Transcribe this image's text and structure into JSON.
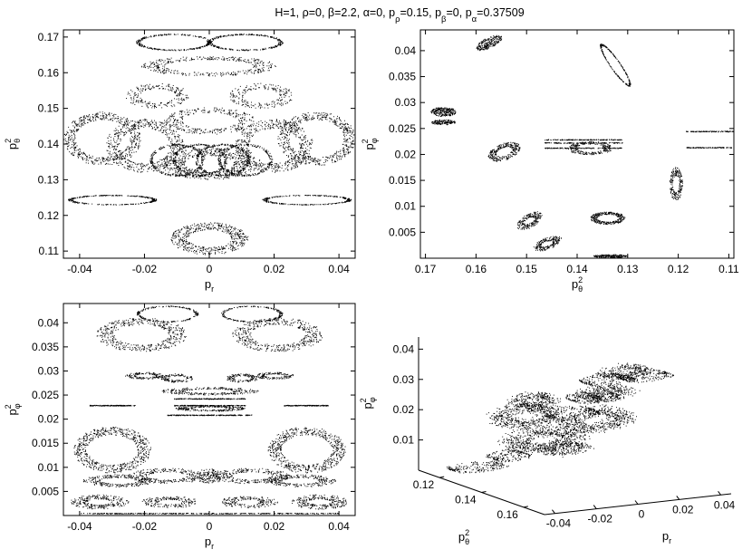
{
  "figure": {
    "title_parts": [
      {
        "t": "H=1, ρ=0, β=2.2, α=0, p"
      },
      {
        "t": "ρ",
        "sub": true
      },
      {
        "t": "=0.15, p"
      },
      {
        "t": "β",
        "sub": true
      },
      {
        "t": "=0, p"
      },
      {
        "t": "α",
        "sub": true
      },
      {
        "t": "=0.37509"
      }
    ]
  },
  "chart_data": [
    {
      "id": "top-left",
      "type": "scatter",
      "xlabel": {
        "base": "p",
        "sub": "r"
      },
      "ylabel": {
        "base": "p",
        "sup": "2",
        "sub": "θ"
      },
      "xlim": [
        -0.045,
        0.045
      ],
      "ylim": [
        0.108,
        0.172
      ],
      "xticks": [
        -0.04,
        -0.02,
        0,
        0.02,
        0.04
      ],
      "xtick_labels": [
        "-0.04",
        "-0.02",
        "0",
        "0.02",
        "0.04"
      ],
      "yticks": [
        0.11,
        0.12,
        0.13,
        0.14,
        0.15,
        0.16,
        0.17
      ],
      "ytick_labels": [
        "0.11",
        "0.12",
        "0.13",
        "0.14",
        "0.15",
        "0.16",
        "0.17"
      ],
      "grid": false,
      "shapes": [
        {
          "kind": "ring",
          "cx": -0.011,
          "cy": 0.1685,
          "rx": 0.011,
          "ry": 0.0022,
          "n": 320
        },
        {
          "kind": "ring",
          "cx": 0.011,
          "cy": 0.1685,
          "rx": 0.011,
          "ry": 0.0022,
          "n": 320
        },
        {
          "kind": "band",
          "cx": 0,
          "cy": 0.1618,
          "rx": 0.021,
          "ry": 0.0028,
          "w": 0.35,
          "n": 380
        },
        {
          "kind": "band",
          "cx": -0.016,
          "cy": 0.1535,
          "rx": 0.01,
          "ry": 0.0035,
          "w": 0.45,
          "n": 220
        },
        {
          "kind": "band",
          "cx": 0.016,
          "cy": 0.1535,
          "rx": 0.01,
          "ry": 0.0035,
          "w": 0.45,
          "n": 220
        },
        {
          "kind": "band",
          "cx": 0,
          "cy": 0.1465,
          "rx": 0.014,
          "ry": 0.0038,
          "w": 0.4,
          "n": 320
        },
        {
          "kind": "band",
          "cx": -0.033,
          "cy": 0.1415,
          "rx": 0.012,
          "ry": 0.0075,
          "w": 0.3,
          "n": 560
        },
        {
          "kind": "band",
          "cx": 0.033,
          "cy": 0.1415,
          "rx": 0.012,
          "ry": 0.0075,
          "w": 0.3,
          "n": 560
        },
        {
          "kind": "band",
          "cx": -0.02,
          "cy": 0.1395,
          "rx": 0.012,
          "ry": 0.0075,
          "w": 0.35,
          "n": 520
        },
        {
          "kind": "band",
          "cx": 0.02,
          "cy": 0.1395,
          "rx": 0.012,
          "ry": 0.0075,
          "w": 0.35,
          "n": 520
        },
        {
          "kind": "band",
          "cx": 0,
          "cy": 0.1345,
          "rx": 0.015,
          "ry": 0.0045,
          "w": 0.5,
          "n": 620
        },
        {
          "kind": "ring",
          "cx": -0.01,
          "cy": 0.1355,
          "rx": 0.008,
          "ry": 0.0043,
          "n": 260
        },
        {
          "kind": "ring",
          "cx": -0.003,
          "cy": 0.1355,
          "rx": 0.008,
          "ry": 0.0043,
          "n": 260
        },
        {
          "kind": "ring",
          "cx": 0.004,
          "cy": 0.1355,
          "rx": 0.008,
          "ry": 0.0043,
          "n": 260
        },
        {
          "kind": "ring",
          "cx": 0.011,
          "cy": 0.1355,
          "rx": 0.008,
          "ry": 0.0043,
          "n": 260
        },
        {
          "kind": "ring",
          "cx": -0.03,
          "cy": 0.1243,
          "rx": 0.013,
          "ry": 0.0013,
          "n": 300
        },
        {
          "kind": "ring",
          "cx": 0.03,
          "cy": 0.1243,
          "rx": 0.013,
          "ry": 0.0013,
          "n": 300
        },
        {
          "kind": "band",
          "cx": 0,
          "cy": 0.1135,
          "rx": 0.012,
          "ry": 0.0045,
          "w": 0.45,
          "n": 520
        }
      ]
    },
    {
      "id": "top-right",
      "type": "scatter",
      "x_reversed": true,
      "xlabel": {
        "base": "p",
        "sup": "2",
        "sub": "θ"
      },
      "ylabel": {
        "base": "p",
        "sup": "2",
        "sub": "φ"
      },
      "xlim": [
        0.109,
        0.171
      ],
      "ylim": [
        0.0,
        0.044
      ],
      "xticks": [
        0.17,
        0.16,
        0.15,
        0.14,
        0.13,
        0.12,
        0.11
      ],
      "xtick_labels": [
        "0.17",
        "0.16",
        "0.15",
        "0.14",
        "0.13",
        "0.12",
        "0.11"
      ],
      "yticks": [
        0.005,
        0.01,
        0.015,
        0.02,
        0.025,
        0.03,
        0.035,
        0.04
      ],
      "ytick_labels": [
        "0.005",
        "0.01",
        "0.015",
        "0.02",
        "0.025",
        "0.03",
        "0.035",
        "0.04"
      ],
      "grid": false,
      "shapes": [
        {
          "kind": "blob",
          "cx": 0.1575,
          "cy": 0.0415,
          "rx": 0.0028,
          "ry": 0.001,
          "rot": -25,
          "n": 240
        },
        {
          "kind": "ring",
          "cx": 0.1325,
          "cy": 0.0372,
          "rx": 0.0048,
          "ry": 0.0009,
          "rot": 55,
          "n": 260
        },
        {
          "kind": "blob",
          "cx": 0.1665,
          "cy": 0.0282,
          "rx": 0.0025,
          "ry": 0.0009,
          "n": 260
        },
        {
          "kind": "blob",
          "cx": 0.1665,
          "cy": 0.0262,
          "rx": 0.0025,
          "ry": 0.0005,
          "n": 160
        },
        {
          "kind": "band",
          "cx": 0.1545,
          "cy": 0.0205,
          "rx": 0.0033,
          "ry": 0.0016,
          "w": 0.5,
          "rot": -20,
          "n": 300
        },
        {
          "kind": "band",
          "cx": 0.1375,
          "cy": 0.0212,
          "rx": 0.0044,
          "ry": 0.0013,
          "w": 0.4,
          "n": 260
        },
        {
          "kind": "line",
          "x0": 0.1465,
          "x1": 0.131,
          "y": 0.0228,
          "n": 150
        },
        {
          "kind": "line",
          "x0": 0.1465,
          "x1": 0.131,
          "y": 0.0222,
          "n": 150
        },
        {
          "kind": "line",
          "x0": 0.1465,
          "x1": 0.131,
          "y": 0.0212,
          "n": 150
        },
        {
          "kind": "line",
          "x0": 0.1185,
          "x1": 0.1092,
          "y": 0.0244,
          "n": 120
        },
        {
          "kind": "line",
          "x0": 0.1185,
          "x1": 0.1092,
          "y": 0.0213,
          "n": 120
        },
        {
          "kind": "band",
          "cx": 0.1205,
          "cy": 0.0143,
          "rx": 0.0013,
          "ry": 0.0032,
          "w": 0.5,
          "n": 220
        },
        {
          "kind": "band",
          "cx": 0.1495,
          "cy": 0.0072,
          "rx": 0.0028,
          "ry": 0.0013,
          "w": 0.6,
          "rot": -30,
          "n": 240
        },
        {
          "kind": "band",
          "cx": 0.134,
          "cy": 0.0077,
          "rx": 0.0035,
          "ry": 0.0012,
          "w": 0.4,
          "n": 340
        },
        {
          "kind": "band",
          "cx": 0.146,
          "cy": 0.0028,
          "rx": 0.003,
          "ry": 0.0011,
          "w": 0.6,
          "rot": -20,
          "n": 220
        },
        {
          "kind": "blob",
          "cx": 0.1335,
          "cy": 0.0004,
          "rx": 0.0035,
          "ry": 0.0003,
          "n": 200
        }
      ]
    },
    {
      "id": "bottom-left",
      "type": "scatter",
      "xlabel": {
        "base": "p",
        "sub": "r"
      },
      "ylabel": {
        "base": "p",
        "sup": "2",
        "sub": "φ"
      },
      "xlim": [
        -0.045,
        0.045
      ],
      "ylim": [
        0.0,
        0.044
      ],
      "xticks": [
        -0.04,
        -0.02,
        0,
        0.02,
        0.04
      ],
      "xtick_labels": [
        "-0.04",
        "-0.02",
        "0",
        "0.02",
        "0.04"
      ],
      "yticks": [
        0.005,
        0.01,
        0.015,
        0.02,
        0.025,
        0.03,
        0.035,
        0.04
      ],
      "ytick_labels": [
        "0.005",
        "0.01",
        "0.015",
        "0.02",
        "0.025",
        "0.03",
        "0.035",
        "0.04"
      ],
      "grid": false,
      "shapes": [
        {
          "kind": "ring",
          "cx": -0.013,
          "cy": 0.0418,
          "rx": 0.009,
          "ry": 0.0016,
          "n": 200
        },
        {
          "kind": "ring",
          "cx": 0.013,
          "cy": 0.0418,
          "rx": 0.009,
          "ry": 0.0016,
          "n": 200
        },
        {
          "kind": "band",
          "cx": -0.021,
          "cy": 0.0375,
          "rx": 0.014,
          "ry": 0.0035,
          "w": 0.4,
          "n": 480
        },
        {
          "kind": "band",
          "cx": 0.021,
          "cy": 0.0375,
          "rx": 0.014,
          "ry": 0.0035,
          "w": 0.4,
          "n": 480
        },
        {
          "kind": "band",
          "cx": -0.02,
          "cy": 0.029,
          "rx": 0.006,
          "ry": 0.0007,
          "w": 0.5,
          "n": 160
        },
        {
          "kind": "band",
          "cx": 0.02,
          "cy": 0.029,
          "rx": 0.006,
          "ry": 0.0007,
          "w": 0.5,
          "n": 160
        },
        {
          "kind": "band",
          "cx": -0.01,
          "cy": 0.0285,
          "rx": 0.005,
          "ry": 0.0009,
          "w": 0.5,
          "n": 140
        },
        {
          "kind": "band",
          "cx": 0.01,
          "cy": 0.0285,
          "rx": 0.005,
          "ry": 0.0009,
          "w": 0.5,
          "n": 140
        },
        {
          "kind": "band",
          "cx": 0,
          "cy": 0.0258,
          "rx": 0.015,
          "ry": 0.0008,
          "w": 0.5,
          "n": 280
        },
        {
          "kind": "line",
          "x0": -0.037,
          "x1": -0.023,
          "y": 0.0228,
          "n": 200
        },
        {
          "kind": "line",
          "x0": 0.023,
          "x1": 0.037,
          "y": 0.0228,
          "n": 200
        },
        {
          "kind": "line",
          "x0": -0.011,
          "x1": 0.011,
          "y": 0.0242,
          "n": 200
        },
        {
          "kind": "line",
          "x0": -0.011,
          "x1": 0.011,
          "y": 0.0228,
          "n": 200
        },
        {
          "kind": "band",
          "cx": 0,
          "cy": 0.0222,
          "rx": 0.011,
          "ry": 0.0006,
          "w": 0.5,
          "n": 260
        },
        {
          "kind": "line",
          "x0": -0.013,
          "x1": 0.013,
          "y": 0.0208,
          "n": 240
        },
        {
          "kind": "band",
          "cx": -0.03,
          "cy": 0.0136,
          "rx": 0.012,
          "ry": 0.0048,
          "w": 0.35,
          "n": 600
        },
        {
          "kind": "band",
          "cx": 0.03,
          "cy": 0.0136,
          "rx": 0.012,
          "ry": 0.0048,
          "w": 0.35,
          "n": 600
        },
        {
          "kind": "band",
          "cx": -0.013,
          "cy": 0.0082,
          "rx": 0.012,
          "ry": 0.0016,
          "w": 0.5,
          "n": 280
        },
        {
          "kind": "band",
          "cx": 0.013,
          "cy": 0.0082,
          "rx": 0.012,
          "ry": 0.0016,
          "w": 0.5,
          "n": 280
        },
        {
          "kind": "band",
          "cx": -0.028,
          "cy": 0.0072,
          "rx": 0.011,
          "ry": 0.0013,
          "w": 0.5,
          "n": 260
        },
        {
          "kind": "band",
          "cx": 0.028,
          "cy": 0.0072,
          "rx": 0.011,
          "ry": 0.0013,
          "w": 0.5,
          "n": 260
        },
        {
          "kind": "blob",
          "cx": 0,
          "cy": 0.0082,
          "rx": 0.0045,
          "ry": 0.0015,
          "n": 160
        },
        {
          "kind": "band",
          "cx": -0.034,
          "cy": 0.0028,
          "rx": 0.009,
          "ry": 0.0015,
          "w": 0.6,
          "n": 260
        },
        {
          "kind": "band",
          "cx": 0.034,
          "cy": 0.0028,
          "rx": 0.009,
          "ry": 0.0015,
          "w": 0.6,
          "n": 260
        },
        {
          "kind": "band",
          "cx": -0.012,
          "cy": 0.0028,
          "rx": 0.009,
          "ry": 0.0012,
          "w": 0.6,
          "n": 200
        },
        {
          "kind": "band",
          "cx": 0.012,
          "cy": 0.0028,
          "rx": 0.009,
          "ry": 0.0012,
          "w": 0.6,
          "n": 200
        },
        {
          "kind": "line",
          "x0": -0.04,
          "x1": 0.04,
          "y": 0.0004,
          "n": 400
        }
      ]
    },
    {
      "id": "bottom-right",
      "type": "scatter3d",
      "xlabel": {
        "base": "p",
        "sub": "r"
      },
      "ylabel": {
        "base": "p",
        "sup": "2",
        "sub": "θ"
      },
      "zlabel": {
        "base": "p",
        "sup": "2",
        "sub": "φ"
      },
      "xlim": [
        -0.045,
        0.045
      ],
      "ylim": [
        0.11,
        0.17
      ],
      "zlim": [
        0.0,
        0.044
      ],
      "xticks": [
        -0.04,
        -0.02,
        0,
        0.02,
        0.04
      ],
      "xtick_labels": [
        "-0.04",
        "-0.02",
        "0",
        "0.02",
        "0.04"
      ],
      "yticks": [
        0.12,
        0.14,
        0.16
      ],
      "ytick_labels": [
        "0.12",
        "0.14",
        "0.16"
      ],
      "zticks": [
        0.01,
        0.02,
        0.03,
        0.04
      ],
      "ztick_labels": [
        "0.01",
        "0.02",
        "0.03",
        "0.04"
      ],
      "grid": false,
      "clusters": [
        {
          "kind": "ring",
          "x": -0.013,
          "y": 0.168,
          "z": 0.0415,
          "rx": 0.011,
          "ry": 0.0012,
          "n": 220
        },
        {
          "kind": "ring",
          "x": 0.005,
          "y": 0.168,
          "z": 0.0415,
          "rx": 0.011,
          "ry": 0.0012,
          "n": 220
        },
        {
          "kind": "band",
          "x": 0.024,
          "y": 0.14,
          "z": 0.0345,
          "rx": 0.012,
          "ry": 0.0022,
          "n": 300
        },
        {
          "kind": "band",
          "x": -0.025,
          "y": 0.145,
          "z": 0.03,
          "rx": 0.011,
          "ry": 0.0025,
          "n": 320
        },
        {
          "kind": "ring",
          "x": -0.004,
          "y": 0.148,
          "z": 0.03,
          "rx": 0.006,
          "ry": 0.0012,
          "n": 180
        },
        {
          "kind": "ring",
          "x": 0.006,
          "y": 0.148,
          "z": 0.03,
          "rx": 0.005,
          "ry": 0.0012,
          "n": 140
        },
        {
          "kind": "band",
          "x": -0.018,
          "y": 0.135,
          "z": 0.022,
          "rx": 0.018,
          "ry": 0.004,
          "n": 600
        },
        {
          "kind": "band",
          "x": 0.025,
          "y": 0.13,
          "z": 0.025,
          "rx": 0.014,
          "ry": 0.0025,
          "n": 300
        },
        {
          "kind": "band",
          "x": 0.025,
          "y": 0.125,
          "z": 0.015,
          "rx": 0.018,
          "ry": 0.004,
          "n": 600
        },
        {
          "kind": "ring",
          "x": 0.013,
          "y": 0.125,
          "z": 0.018,
          "rx": 0.011,
          "ry": 0.0015,
          "n": 200
        },
        {
          "kind": "band",
          "x": -0.005,
          "y": 0.13,
          "z": 0.012,
          "rx": 0.02,
          "ry": 0.004,
          "n": 700
        },
        {
          "kind": "band",
          "x": 0.015,
          "y": 0.12,
          "z": 0.005,
          "rx": 0.012,
          "ry": 0.002,
          "n": 260
        },
        {
          "kind": "ring",
          "x": -0.01,
          "y": 0.118,
          "z": 0.004,
          "rx": 0.008,
          "ry": 0.0012,
          "n": 200
        },
        {
          "kind": "ring",
          "x": -0.022,
          "y": 0.115,
          "z": 0.0005,
          "rx": 0.012,
          "ry": 0.0009,
          "n": 200
        }
      ]
    }
  ]
}
